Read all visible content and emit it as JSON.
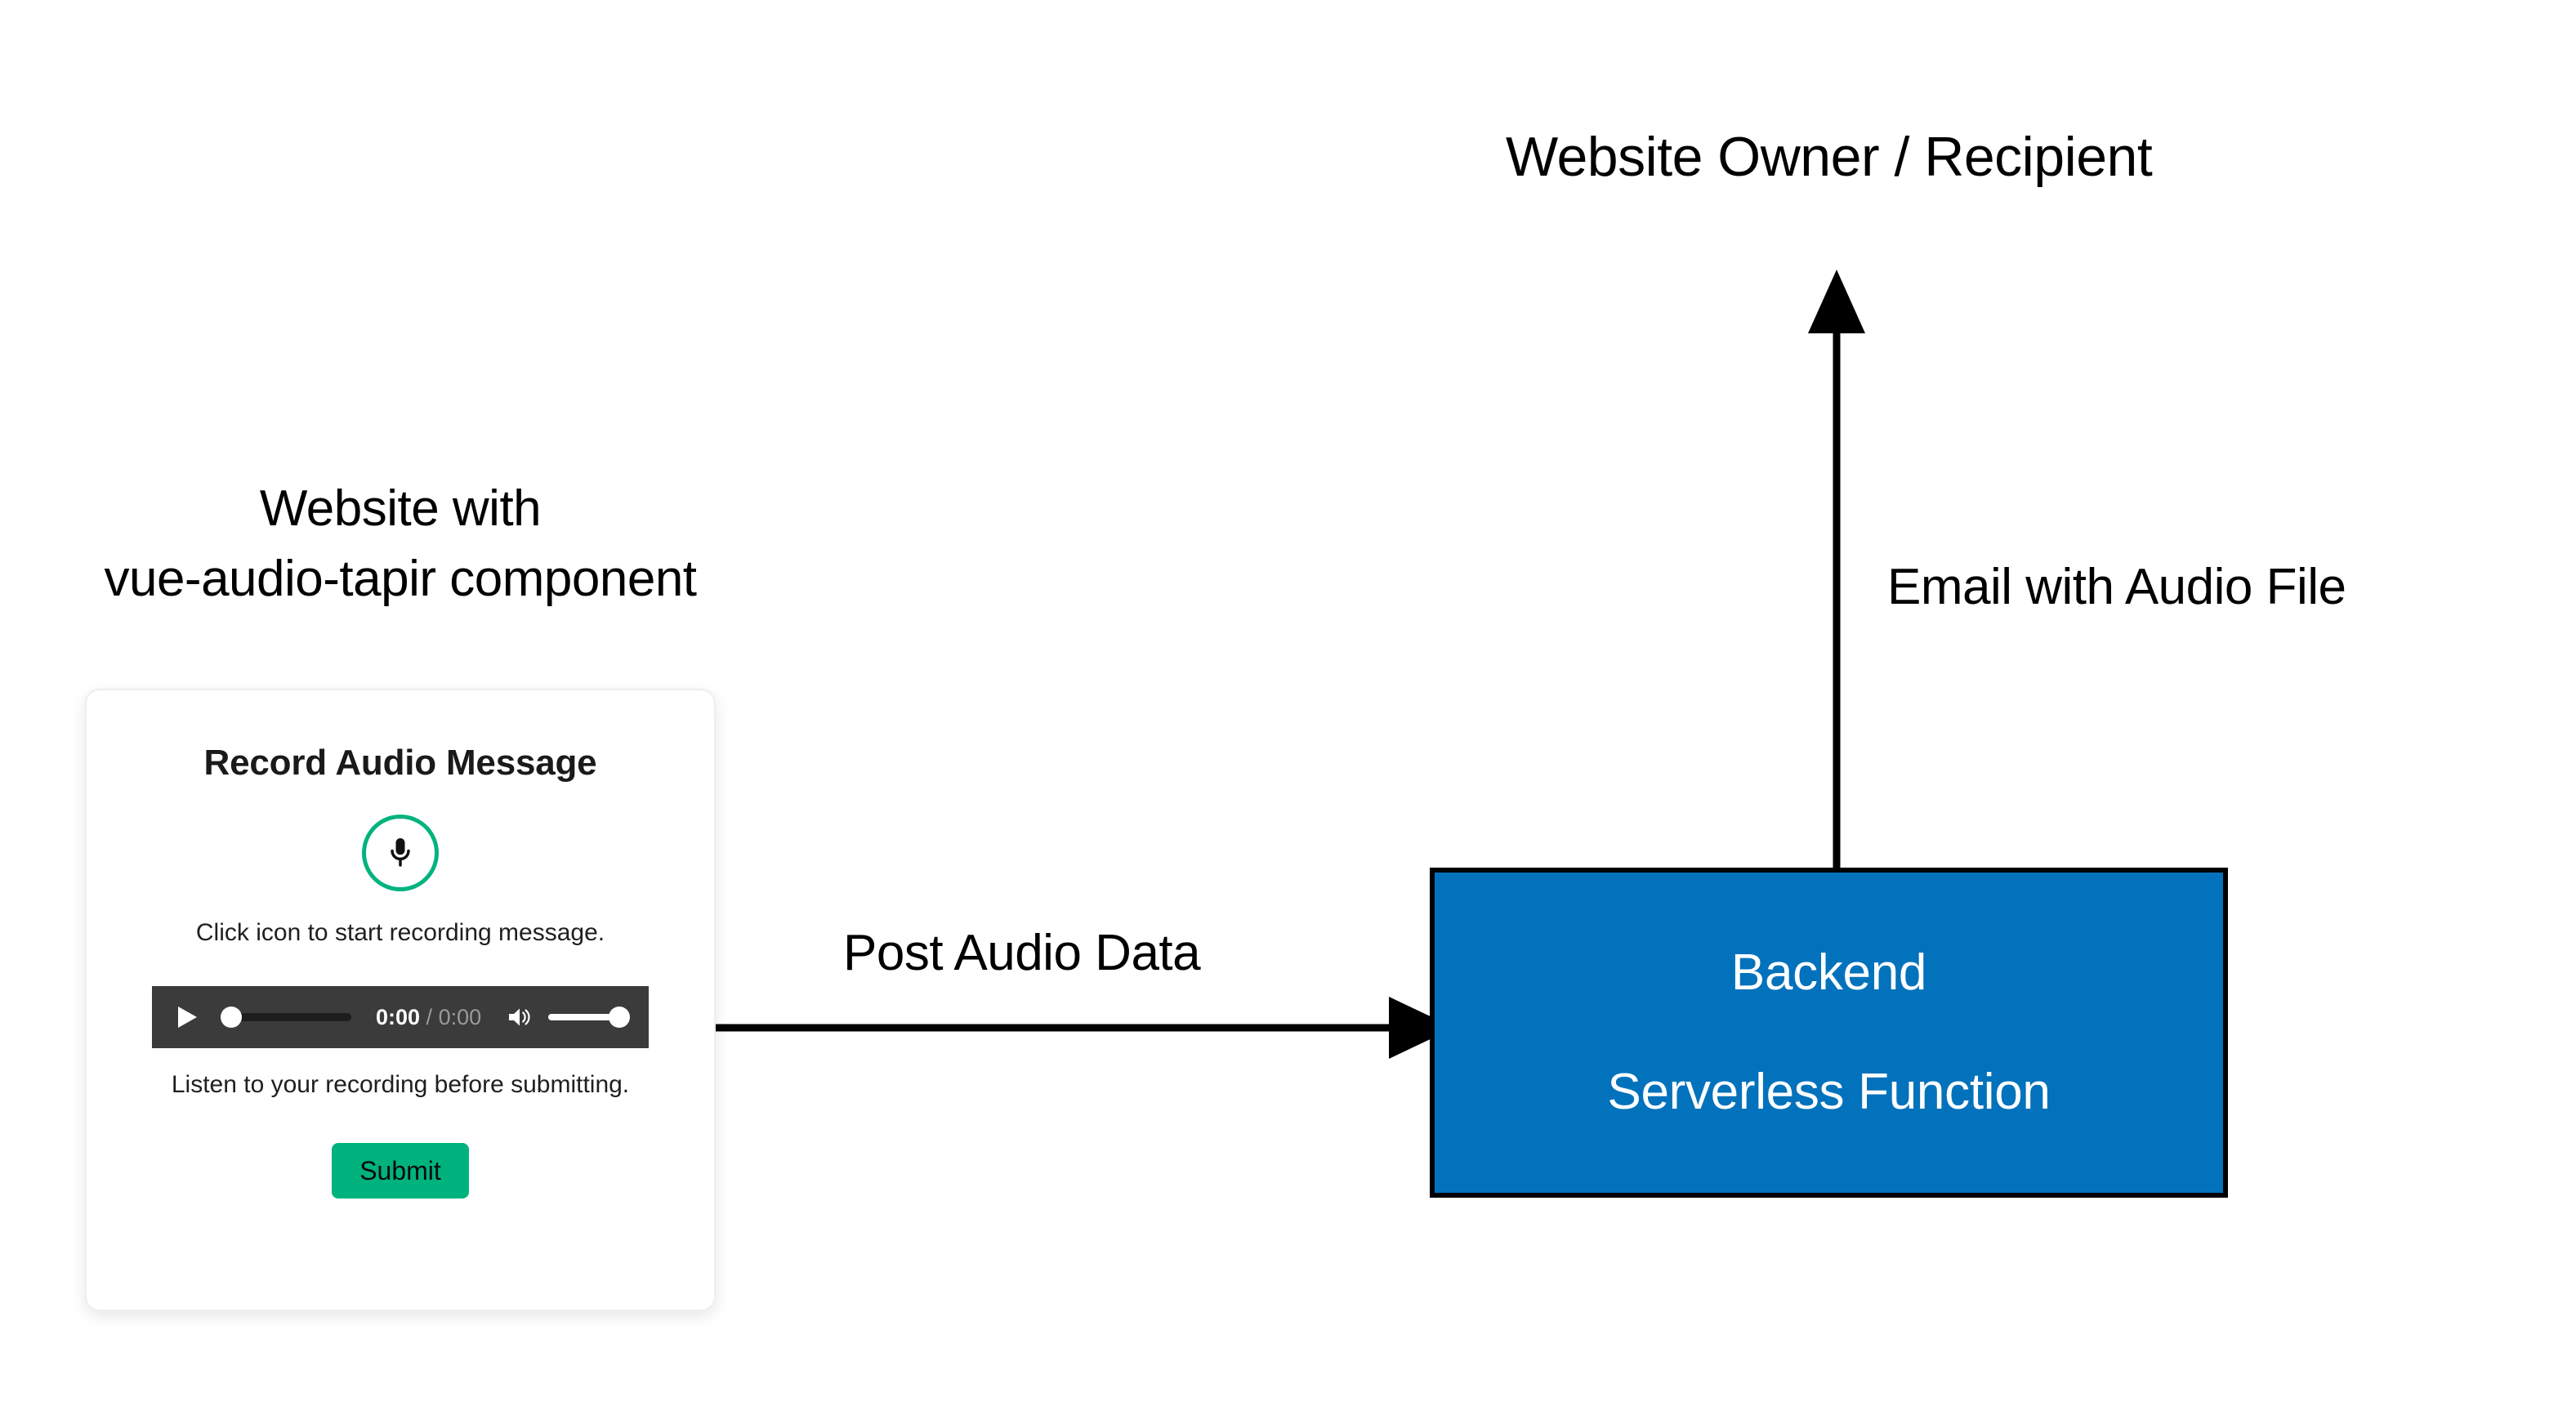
{
  "diagram": {
    "type": "architecture-flow",
    "recipient_label": "Website Owner / Recipient",
    "email_edge_label": "Email with Audio File",
    "post_edge_label": "Post Audio Data",
    "website_label": "Website with\nvue-audio-tapir component",
    "website_label_line1": "Website with",
    "website_label_line2": "vue-audio-tapir component",
    "backend": {
      "line1": "Backend",
      "line2": "Serverless Function",
      "fill_color": "#0372bc",
      "border_color": "#000000",
      "text_color": "#ffffff"
    },
    "arrows": [
      {
        "name": "post-audio-data-arrow",
        "from": "website-card",
        "to": "backend-box",
        "direction": "right",
        "label": "Post Audio Data"
      },
      {
        "name": "email-with-audio-file-arrow",
        "from": "backend-box",
        "to": "website-owner",
        "direction": "up",
        "label": "Email with Audio File"
      }
    ]
  },
  "card": {
    "title": "Record Audio Message",
    "record_hint": "Click icon to start recording message.",
    "listen_hint": "Listen to your recording before submitting.",
    "submit_label": "Submit",
    "mic_icon": "microphone-icon",
    "accent_color": "#00b37e",
    "player": {
      "play_icon": "play-icon",
      "volume_icon": "speaker-volume-icon",
      "current_time": "0:00",
      "separator": " / ",
      "duration": "0:00",
      "background_color": "#3b3b3b",
      "seek_position_percent": 0,
      "volume_percent": 100
    }
  }
}
